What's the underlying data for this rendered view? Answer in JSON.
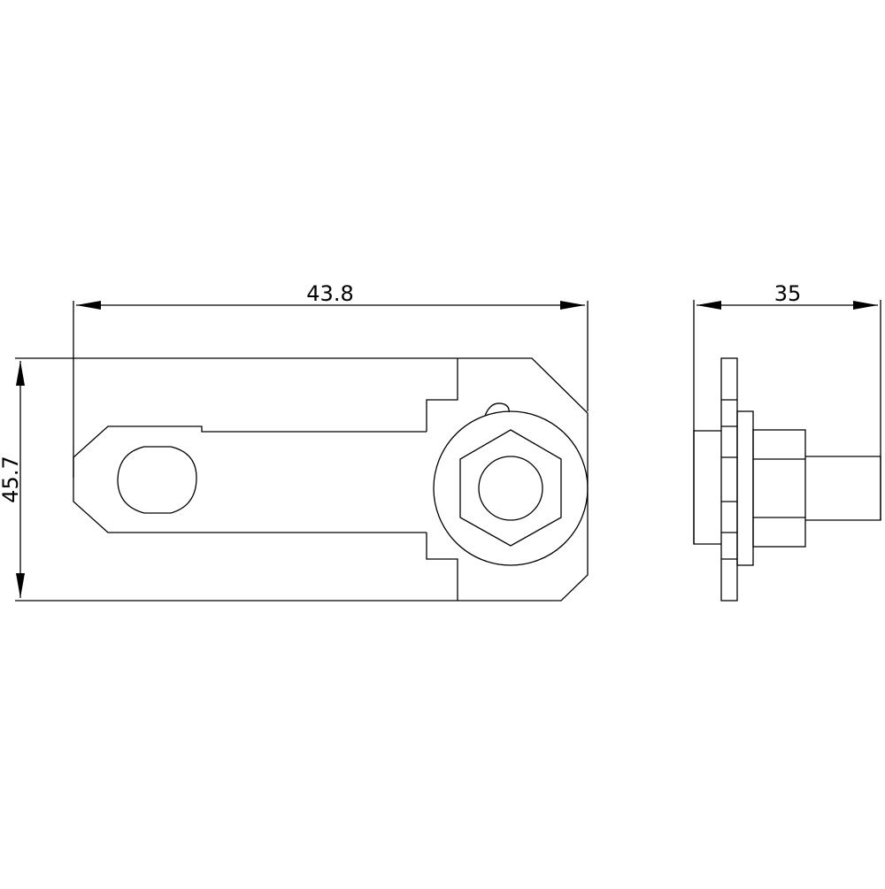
{
  "drawing": {
    "front_view": {
      "width_dimension": "43.8",
      "height_dimension": "45.7"
    },
    "side_view": {
      "depth_dimension": "35"
    },
    "colors": {
      "background": "#ffffff",
      "line": "#000000"
    }
  }
}
